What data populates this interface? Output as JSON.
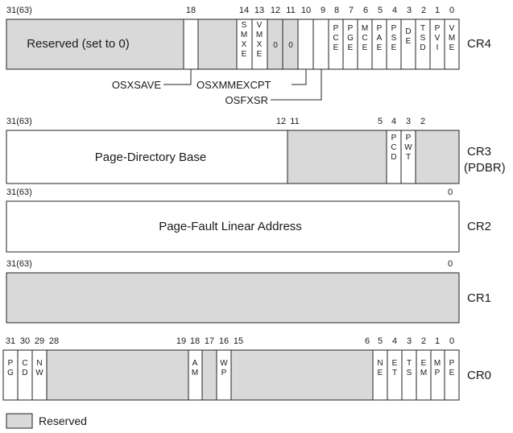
{
  "colors": {
    "reserved": "#d9d9d9",
    "field": "#ffffff",
    "line": "#222222"
  },
  "cr4": {
    "name": "CR4",
    "bits": {
      "b31": "31(63)",
      "b18": "18",
      "b14": "14",
      "b13": "13",
      "b12": "12",
      "b11": "11",
      "b10": "10",
      "b9": "9",
      "b8": "8",
      "b7": "7",
      "b6": "6",
      "b5": "5",
      "b4": "4",
      "b3": "3",
      "b2": "2",
      "b1": "1",
      "b0": "0"
    },
    "reserved_label": "Reserved (set to 0)",
    "zero_a": "0",
    "zero_b": "0",
    "flags": {
      "smxe": "SMXE",
      "vmxe": "VMXE",
      "pce": "PCE",
      "pge": "PGE",
      "mce": "MCE",
      "pae": "PAE",
      "pse": "PSE",
      "de": "DE",
      "tsd": "TSD",
      "pvi": "PVI",
      "vme": "VME"
    },
    "callouts": {
      "osxsave": "OSXSAVE",
      "osxmmexcpt": "OSXMMEXCPT",
      "osfxsr": "OSFXSR"
    }
  },
  "cr3": {
    "name": "CR3",
    "alt_name": "(PDBR)",
    "bits": {
      "b31": "31(63)",
      "b12": "12",
      "b11": "11",
      "b5": "5",
      "b4": "4",
      "b3": "3",
      "b2": "2"
    },
    "field": "Page-Directory Base",
    "flags": {
      "pcd": "PCD",
      "pwt": "PWT"
    }
  },
  "cr2": {
    "name": "CR2",
    "bits": {
      "b31": "31(63)",
      "b0": "0"
    },
    "field": "Page-Fault Linear Address"
  },
  "cr1": {
    "name": "CR1",
    "bits": {
      "b31": "31(63)",
      "b0": "0"
    }
  },
  "cr0": {
    "name": "CR0",
    "bits": {
      "b31": "31",
      "b30": "30",
      "b29": "29",
      "b28": "28",
      "b19": "19",
      "b18": "18",
      "b17": "17",
      "b16": "16",
      "b15": "15",
      "b6": "6",
      "b5": "5",
      "b4": "4",
      "b3": "3",
      "b2": "2",
      "b1": "1",
      "b0": "0"
    },
    "flags": {
      "pg": "PG",
      "cd": "CD",
      "nw": "NW",
      "am": "AM",
      "wp": "WP",
      "ne": "NE",
      "et": "ET",
      "ts": "TS",
      "em": "EM",
      "mp": "MP",
      "pe": "PE"
    }
  },
  "legend": {
    "label": "Reserved"
  }
}
